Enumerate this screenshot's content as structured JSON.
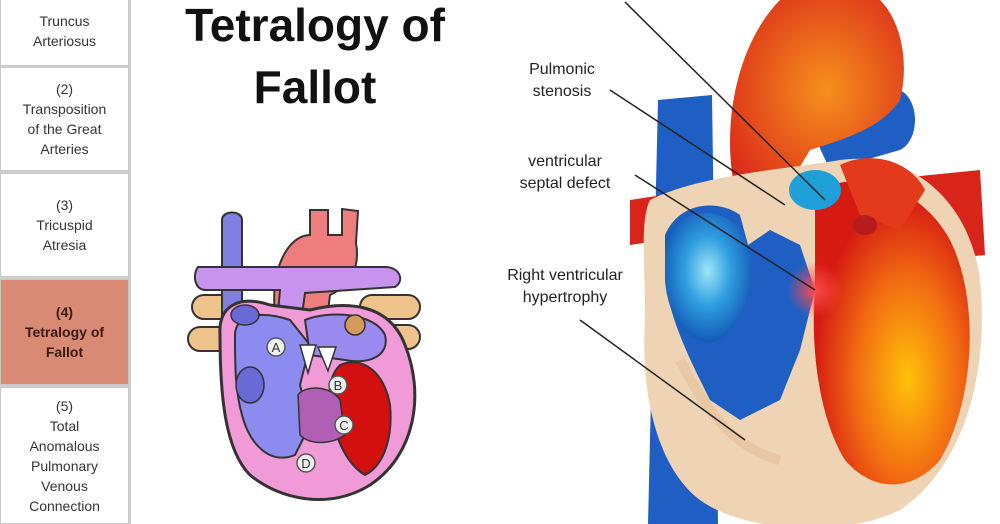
{
  "sidebar": {
    "items": [
      {
        "label": "Truncus\nArteriosus",
        "active": false
      },
      {
        "label": "(2)\nTransposition\nof the Great\nArteries",
        "active": false
      },
      {
        "label": "(3)\nTricuspid\nAtresia",
        "active": false
      },
      {
        "label": "(4)\nTetralogy of\nFallot",
        "active": true
      },
      {
        "label": "(5)\nTotal\nAnomalous\nPulmonary\nVenous\nConnection",
        "active": false
      }
    ]
  },
  "title": "Tetralogy of\nFallot",
  "small_diagram": {
    "markers": [
      "A",
      "B",
      "C",
      "D"
    ]
  },
  "large_diagram": {
    "labels": {
      "pulmonic_line1": "Pulmonic",
      "pulmonic_line2": "stenosis",
      "vsd_line1": "ventricular",
      "vsd_line2": "septal defect",
      "rvh_line1": "Right ventricular",
      "rvh_line2": "hypertrophy"
    }
  },
  "colors": {
    "active_item": "#d98a74",
    "deoxygenated": "#1f5fc4",
    "oxygenated": "#e23a1a",
    "myocardium": "#efd3b5"
  }
}
